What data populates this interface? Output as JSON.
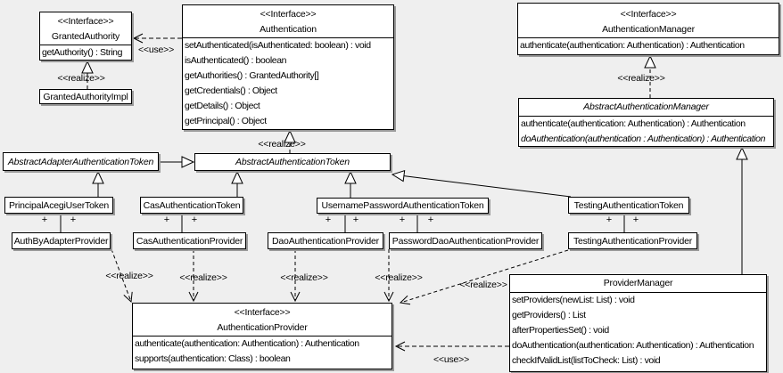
{
  "diagram_type": "uml-class-diagram",
  "colors": {
    "background": "#efefef",
    "box_fill": "#ffffff",
    "border": "#000000",
    "shadow": "#9a9a9a"
  },
  "labels": {
    "use": "<<use>>",
    "realize": "<<realize>>",
    "plus": "+"
  },
  "classes": {
    "granted_authority": {
      "stereotype": "<<Interface>>",
      "name": "GrantedAuthority",
      "methods": [
        "getAuthority() : String"
      ]
    },
    "granted_authority_impl": {
      "name": "GrantedAuthorityImpl"
    },
    "authentication": {
      "stereotype": "<<Interface>>",
      "name": "Authentication",
      "methods": [
        "setAuthenticated(isAuthenticated: boolean) : void",
        "isAuthenticated() : boolean",
        "getAuthorities() : GrantedAuthority[]",
        "getCredentials() : Object",
        "getDetails() : Object",
        "getPrincipal() : Object"
      ]
    },
    "authentication_manager": {
      "stereotype": "<<Interface>>",
      "name": "AuthenticationManager",
      "methods": [
        "authenticate(authentication: Authentication) : Authentication"
      ]
    },
    "abstract_authentication_manager": {
      "name": "AbstractAuthenticationManager",
      "methods": [
        "authenticate(authentication: Authentication) : Authentication",
        "doAuthentication(authentication : Authentication) : Authentication"
      ]
    },
    "abstract_adapter_authentication_token": {
      "name": "AbstractAdapterAuthenticationToken"
    },
    "abstract_authentication_token": {
      "name": "AbstractAuthenticationToken"
    },
    "principal_acegi_user_token": {
      "name": "PrincipalAcegiUserToken"
    },
    "cas_authentication_token": {
      "name": "CasAuthenticationToken"
    },
    "username_password_authentication_token": {
      "name": "UsernamePasswordAuthenticationToken"
    },
    "testing_authentication_token": {
      "name": "TestingAuthenticationToken"
    },
    "auth_by_adapter_provider": {
      "name": "AuthByAdapterProvider"
    },
    "cas_authentication_provider": {
      "name": "CasAuthenticationProvider"
    },
    "dao_authentication_provider": {
      "name": "DaoAuthenticationProvider"
    },
    "password_dao_authentication_provider": {
      "name": "PasswordDaoAuthenticationProvider"
    },
    "testing_authentication_provider": {
      "name": "TestingAuthenticationProvider"
    },
    "provider_manager": {
      "name": "ProviderManager",
      "methods": [
        "setProviders(newList: List) : void",
        "getProviders() : List",
        "afterPropertiesSet() : void",
        "doAuthentication(authentication: Authentication) : Authentication",
        "checkIfValidList(listToCheck: List) : void"
      ]
    },
    "authentication_provider": {
      "stereotype": "<<Interface>>",
      "name": "AuthenticationProvider",
      "methods": [
        "authenticate(authentication: Authentication) : Authentication",
        "supports(authentication: Class) : boolean"
      ]
    }
  }
}
